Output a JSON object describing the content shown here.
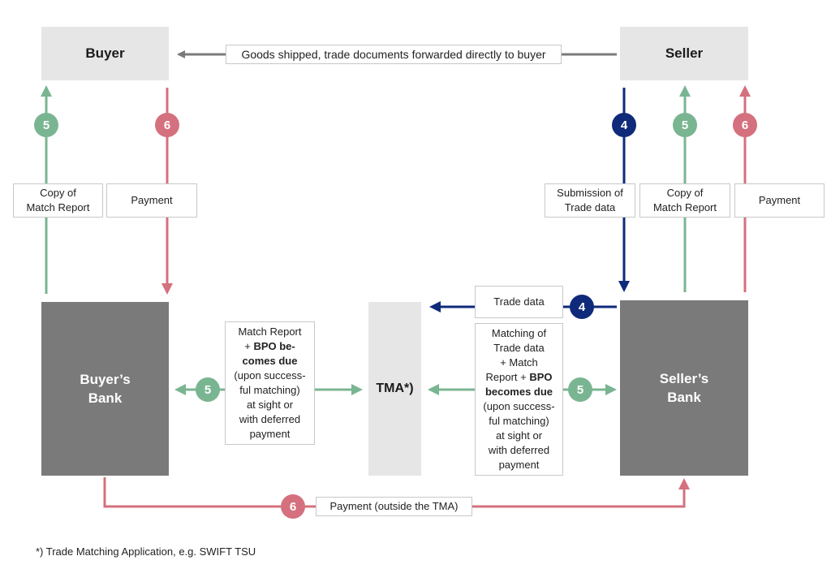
{
  "nodes": {
    "buyer": "Buyer",
    "seller": "Seller",
    "buyers_bank_line1": "Buyer’s",
    "buyers_bank_line2": "Bank",
    "sellers_bank_line1": "Seller’s",
    "sellers_bank_line2": "Bank",
    "tma": "TMA*)"
  },
  "labels": {
    "goods_shipped": "Goods shipped, trade documents forwarded directly to  buyer",
    "buyer_copy_match_line1": "Copy of",
    "buyer_copy_match_line2": "Match Report",
    "buyer_payment": "Payment",
    "seller_submission_line1": "Submission of",
    "seller_submission_line2": "Trade data",
    "seller_copy_match_line1": "Copy of",
    "seller_copy_match_line2": "Match Report",
    "seller_payment": "Payment",
    "trade_data": "Trade data",
    "left_match": {
      "l1": "Match Report",
      "l2_plain": "+ ",
      "l2_bold": "BPO be-",
      "l3_bold": "comes due",
      "l4": "(upon success-",
      "l5": "ful matching)",
      "l6": "at sight or",
      "l7": "with deferred",
      "l8": "payment"
    },
    "right_match": {
      "l1": "Matching of",
      "l2": "Trade data",
      "l3": "+ Match",
      "l4_plain": "Report + ",
      "l4_bold": "BPO",
      "l5_bold": "becomes due",
      "l6": "(upon success-",
      "l7": "ful matching)",
      "l8": "at sight or",
      "l9": "with deferred",
      "l10": "payment"
    },
    "payment_outside": "Payment (outside the TMA)"
  },
  "badges": {
    "buyer_up": "5",
    "buyer_down": "6",
    "seller_down": "4",
    "seller_up_green": "5",
    "seller_up_pink": "6",
    "trade_data": "4",
    "left_match": "5",
    "right_match": "5",
    "bottom_payment": "6"
  },
  "footnote": "*) Trade Matching Application, e.g. SWIFT TSU",
  "colors": {
    "green": "#7ab592",
    "pink": "#d5707e",
    "navy": "#0f2a7a",
    "grey_arrow": "#7a7a7a",
    "dark_box": "#7a7a7a",
    "light_box": "#e6e6e6"
  }
}
